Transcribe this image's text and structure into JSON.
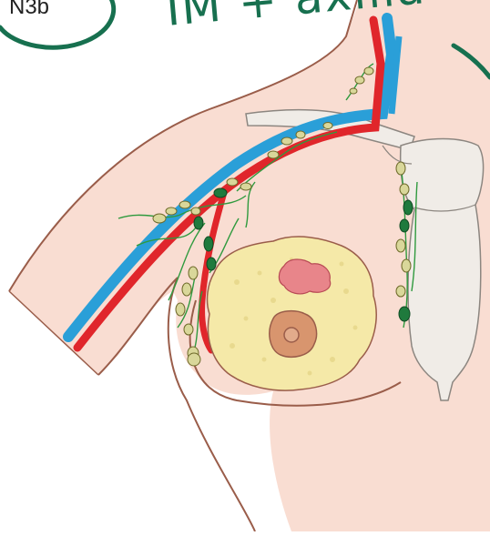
{
  "annotation": {
    "stage_label": "N3b",
    "handwritten_note": "IM + axilla"
  },
  "colors": {
    "skin": "#f9ddd2",
    "skin_outline": "#9a5d4a",
    "artery": "#e0262b",
    "vein": "#2a9fd8",
    "node_pale": "#d9d79a",
    "node_dark": "#1f7a3d",
    "lymph_vessel": "#2f9a3e",
    "breast_tissue": "#f5e9a8",
    "tumor": "#e8858a",
    "areola": "#d8956e",
    "bone": "#f0ece7",
    "ink": "#17704f"
  },
  "icons": [
    "breast-anatomy-illustration",
    "handwritten-circle-annotation"
  ]
}
